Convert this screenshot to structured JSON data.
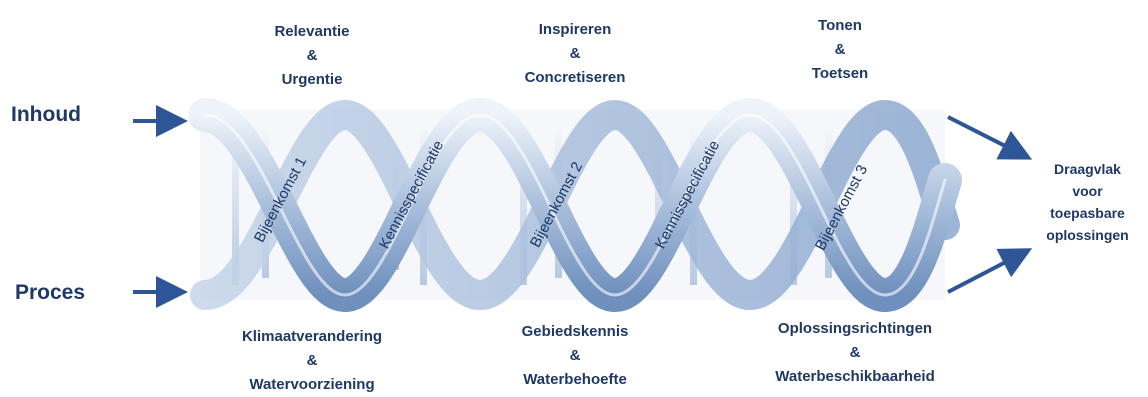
{
  "left_labels": {
    "top": "Inhoud",
    "bottom": "Proces"
  },
  "top_labels": [
    {
      "line1": "Relevantie",
      "amp": "&",
      "line2": "Urgentie"
    },
    {
      "line1": "Inspireren",
      "amp": "&",
      "line2": "Concretiseren"
    },
    {
      "line1": "Tonen",
      "amp": "&",
      "line2": "Toetsen"
    }
  ],
  "bottom_labels": [
    {
      "line1": "Klimaatverandering",
      "amp": "&",
      "line2": "Watervoorziening"
    },
    {
      "line1": "Gebiedskennis",
      "amp": "&",
      "line2": "Waterbehoefte"
    },
    {
      "line1": "Oplossingsrichtingen",
      "amp": "&",
      "line2": "Waterbeschikbaarheid"
    }
  ],
  "helix_labels": [
    "Bijeenkomst 1",
    "Kennisspecificatie",
    "Bijeenkomst 2",
    "Kennisspecificatie",
    "Bijeenkomst 3"
  ],
  "result": {
    "line1": "Draagvlak",
    "line2": "voor",
    "line3": "toepasbare",
    "line4": "oplossingen"
  },
  "colors": {
    "text": "#1f3864",
    "arrow": "#2e5597",
    "helix_light": "#dbe5f1",
    "helix_dark": "#7f9cc7"
  }
}
